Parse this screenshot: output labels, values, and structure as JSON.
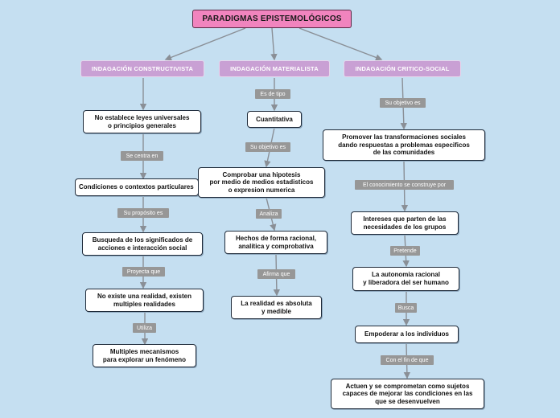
{
  "title": "PARADIGMAS EPISTEMOLÓGICOS",
  "columns": {
    "constructivista": {
      "heading": "INDAGACIÓN CONSTRUCTIVISTA",
      "n1": "No establece leyes universales\no principios generales",
      "l1": "Se centra en",
      "n2": "Condiciones o contextos particulares",
      "l2": "Su propósito es",
      "n3": "Busqueda de los significados de\nacciones e interacción social",
      "l3": "Proyecta que",
      "n4": "No existe una realidad, existen\nmultiples realidades",
      "l4": "Utiliza",
      "n5": "Multiples mecanismos\npara explorar un fenómeno"
    },
    "materialista": {
      "heading": "INDAGACIÓN MATERIALISTA",
      "l0": "Es de tipo",
      "n1": "Cuantitativa",
      "l1": "Su objetivo es",
      "n2": "Comprobar una hipotesis\npor medio de medios estadisticos\no expresion numerica",
      "l2": "Analiza",
      "n3": "Hechos de forma racional,\nanalítica y comprobativa",
      "l3": "Afirma que",
      "n4": "La realidad es absoluta\ny medible"
    },
    "critico": {
      "heading": "INDAGACIÓN CRITICO-SOCIAL",
      "l0": "Su objetivo es",
      "n1": "Promover las transformaciones sociales\ndando respuestas a problemas especificos\nde las comunidades",
      "l1": "El conocimiento se construye por",
      "n2": "Intereses que parten de las\nnecesidades de los grupos",
      "l2": "Pretende",
      "n3": "La autonomia racional\ny liberadora del ser humano",
      "l3": "Busca",
      "n4": "Empoderar a los individuos",
      "l4": "Con el fin de que",
      "n5": "Actuen y se comprometan como sujetos\ncapaces de mejorar las condiciones en las\nque se desenvuelven"
    }
  },
  "colors": {
    "background": "#c5dff1",
    "main_node": "#f184be",
    "category_node": "#c9a0d4",
    "connector": "#8a8f96",
    "label": "#979797"
  }
}
